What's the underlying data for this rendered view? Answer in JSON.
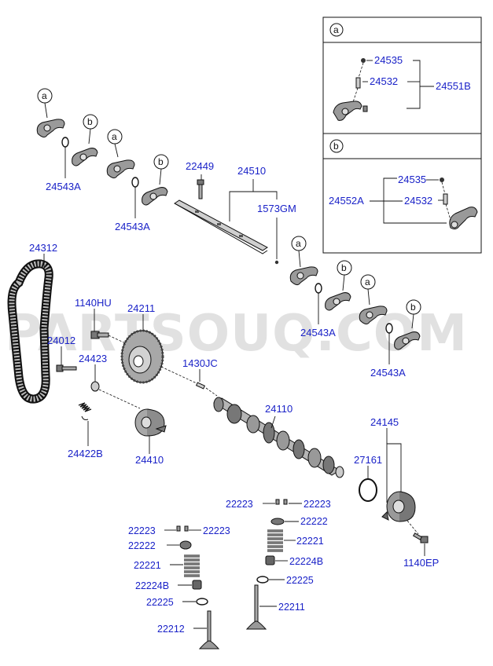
{
  "watermark": "PARTSOUQ.COM",
  "callouts": {
    "a": "a",
    "b": "b"
  },
  "inset": {
    "a": {
      "label": "a",
      "parts": [
        "24535",
        "24532",
        "24551B"
      ]
    },
    "b": {
      "label": "b",
      "parts": [
        "24535",
        "24552A",
        "24532"
      ]
    }
  },
  "parts": {
    "p24543A": "24543A",
    "p22449": "22449",
    "p24510": "24510",
    "p1573GM": "1573GM",
    "p24312": "24312",
    "p1140HU": "1140HU",
    "p24211": "24211",
    "p24012": "24012",
    "p24423": "24423",
    "p1430JC": "1430JC",
    "p24110": "24110",
    "p24422B": "24422B",
    "p24410": "24410",
    "p24145": "24145",
    "p27161": "27161",
    "p1140EP": "1140EP",
    "p22223": "22223",
    "p22222": "22222",
    "p22221": "22221",
    "p22224B": "22224B",
    "p22225": "22225",
    "p22211": "22211",
    "p22212": "22212"
  }
}
